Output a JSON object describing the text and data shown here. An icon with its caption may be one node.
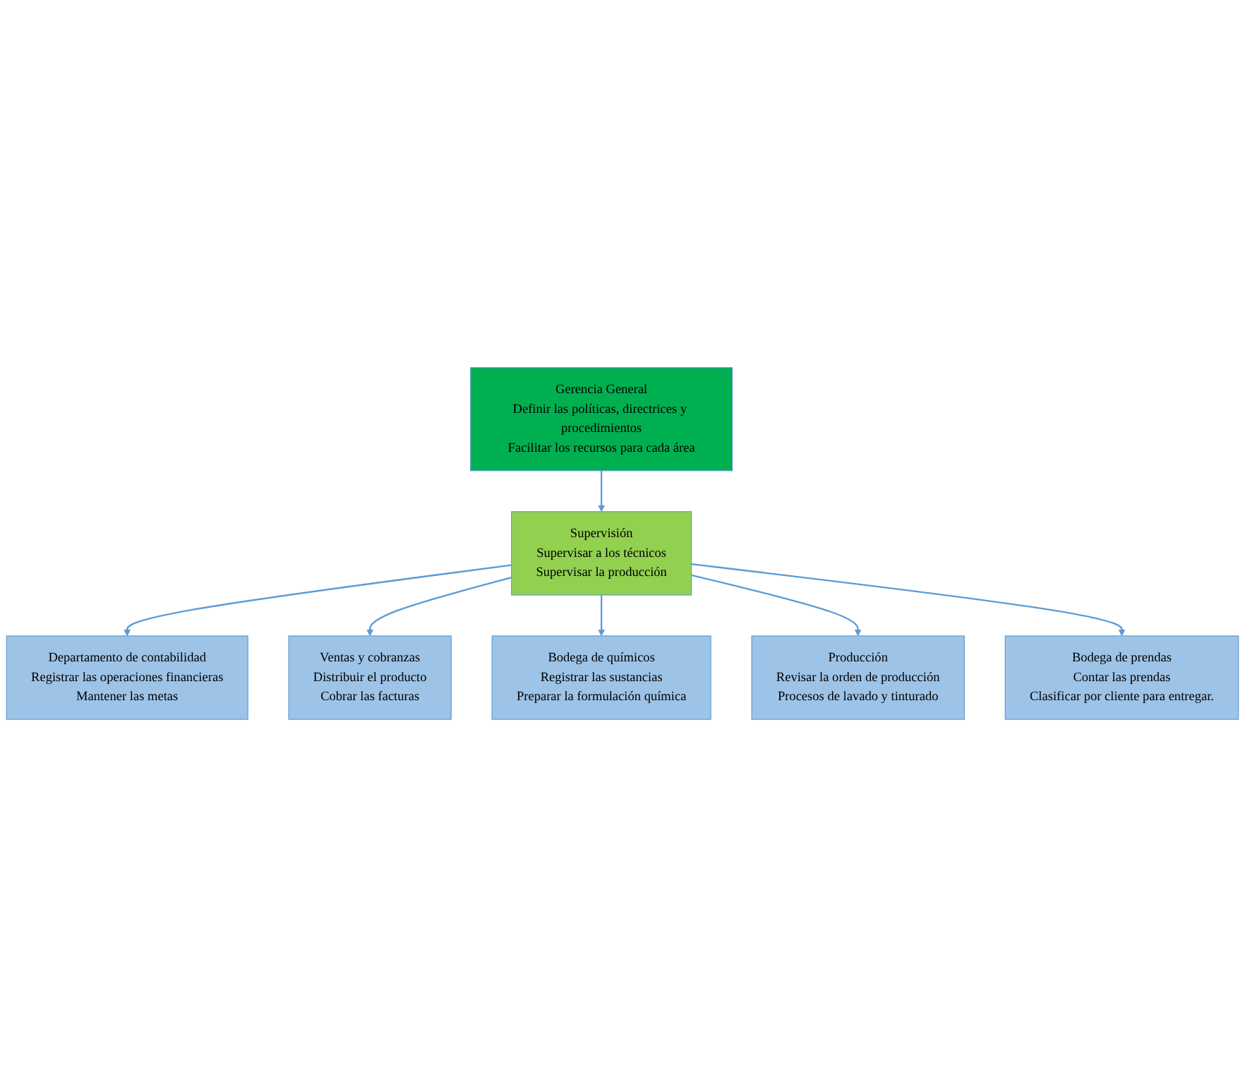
{
  "diagram": {
    "nodes": [
      {
        "text": [
          "Gerencia General",
          "Definir las políticas, directrices y procedimientos",
          "Facilitar los recursos para cada área"
        ]
      },
      {
        "text": [
          "Supervisión",
          "Supervisar a los técnicos",
          "Supervisar la producción"
        ]
      },
      {
        "text": [
          "Departamento de contabilidad",
          "Registrar las operaciones financieras",
          "Mantener las metas"
        ]
      },
      {
        "text": [
          "Bodega de químicos",
          "Registrar las sustancias",
          "Preparar la formulación química"
        ]
      },
      {
        "text": [
          "Bodega de prendas",
          "Contar las prendas",
          "Clasificar por cliente para entregar."
        ]
      },
      {
        "text": [
          "Ventas y cobranzas",
          "Distribuir el producto",
          "Cobrar las facturas"
        ]
      },
      {
        "text": [
          "Producción",
          "Revisar la orden de producción",
          "Procesos de lavado y tinturado"
        ]
      }
    ],
    "edges": [
      {
        "from": 0,
        "to": 1,
        "arrow": "to"
      },
      {
        "from": 1,
        "to": 2,
        "arrow": "to"
      },
      {
        "from": 1,
        "to": 5,
        "arrow": "to"
      },
      {
        "from": 1,
        "to": 3,
        "arrow": "to"
      },
      {
        "from": 1,
        "to": 6,
        "arrow": "to"
      },
      {
        "from": 1,
        "to": 4,
        "arrow": "to"
      }
    ]
  }
}
